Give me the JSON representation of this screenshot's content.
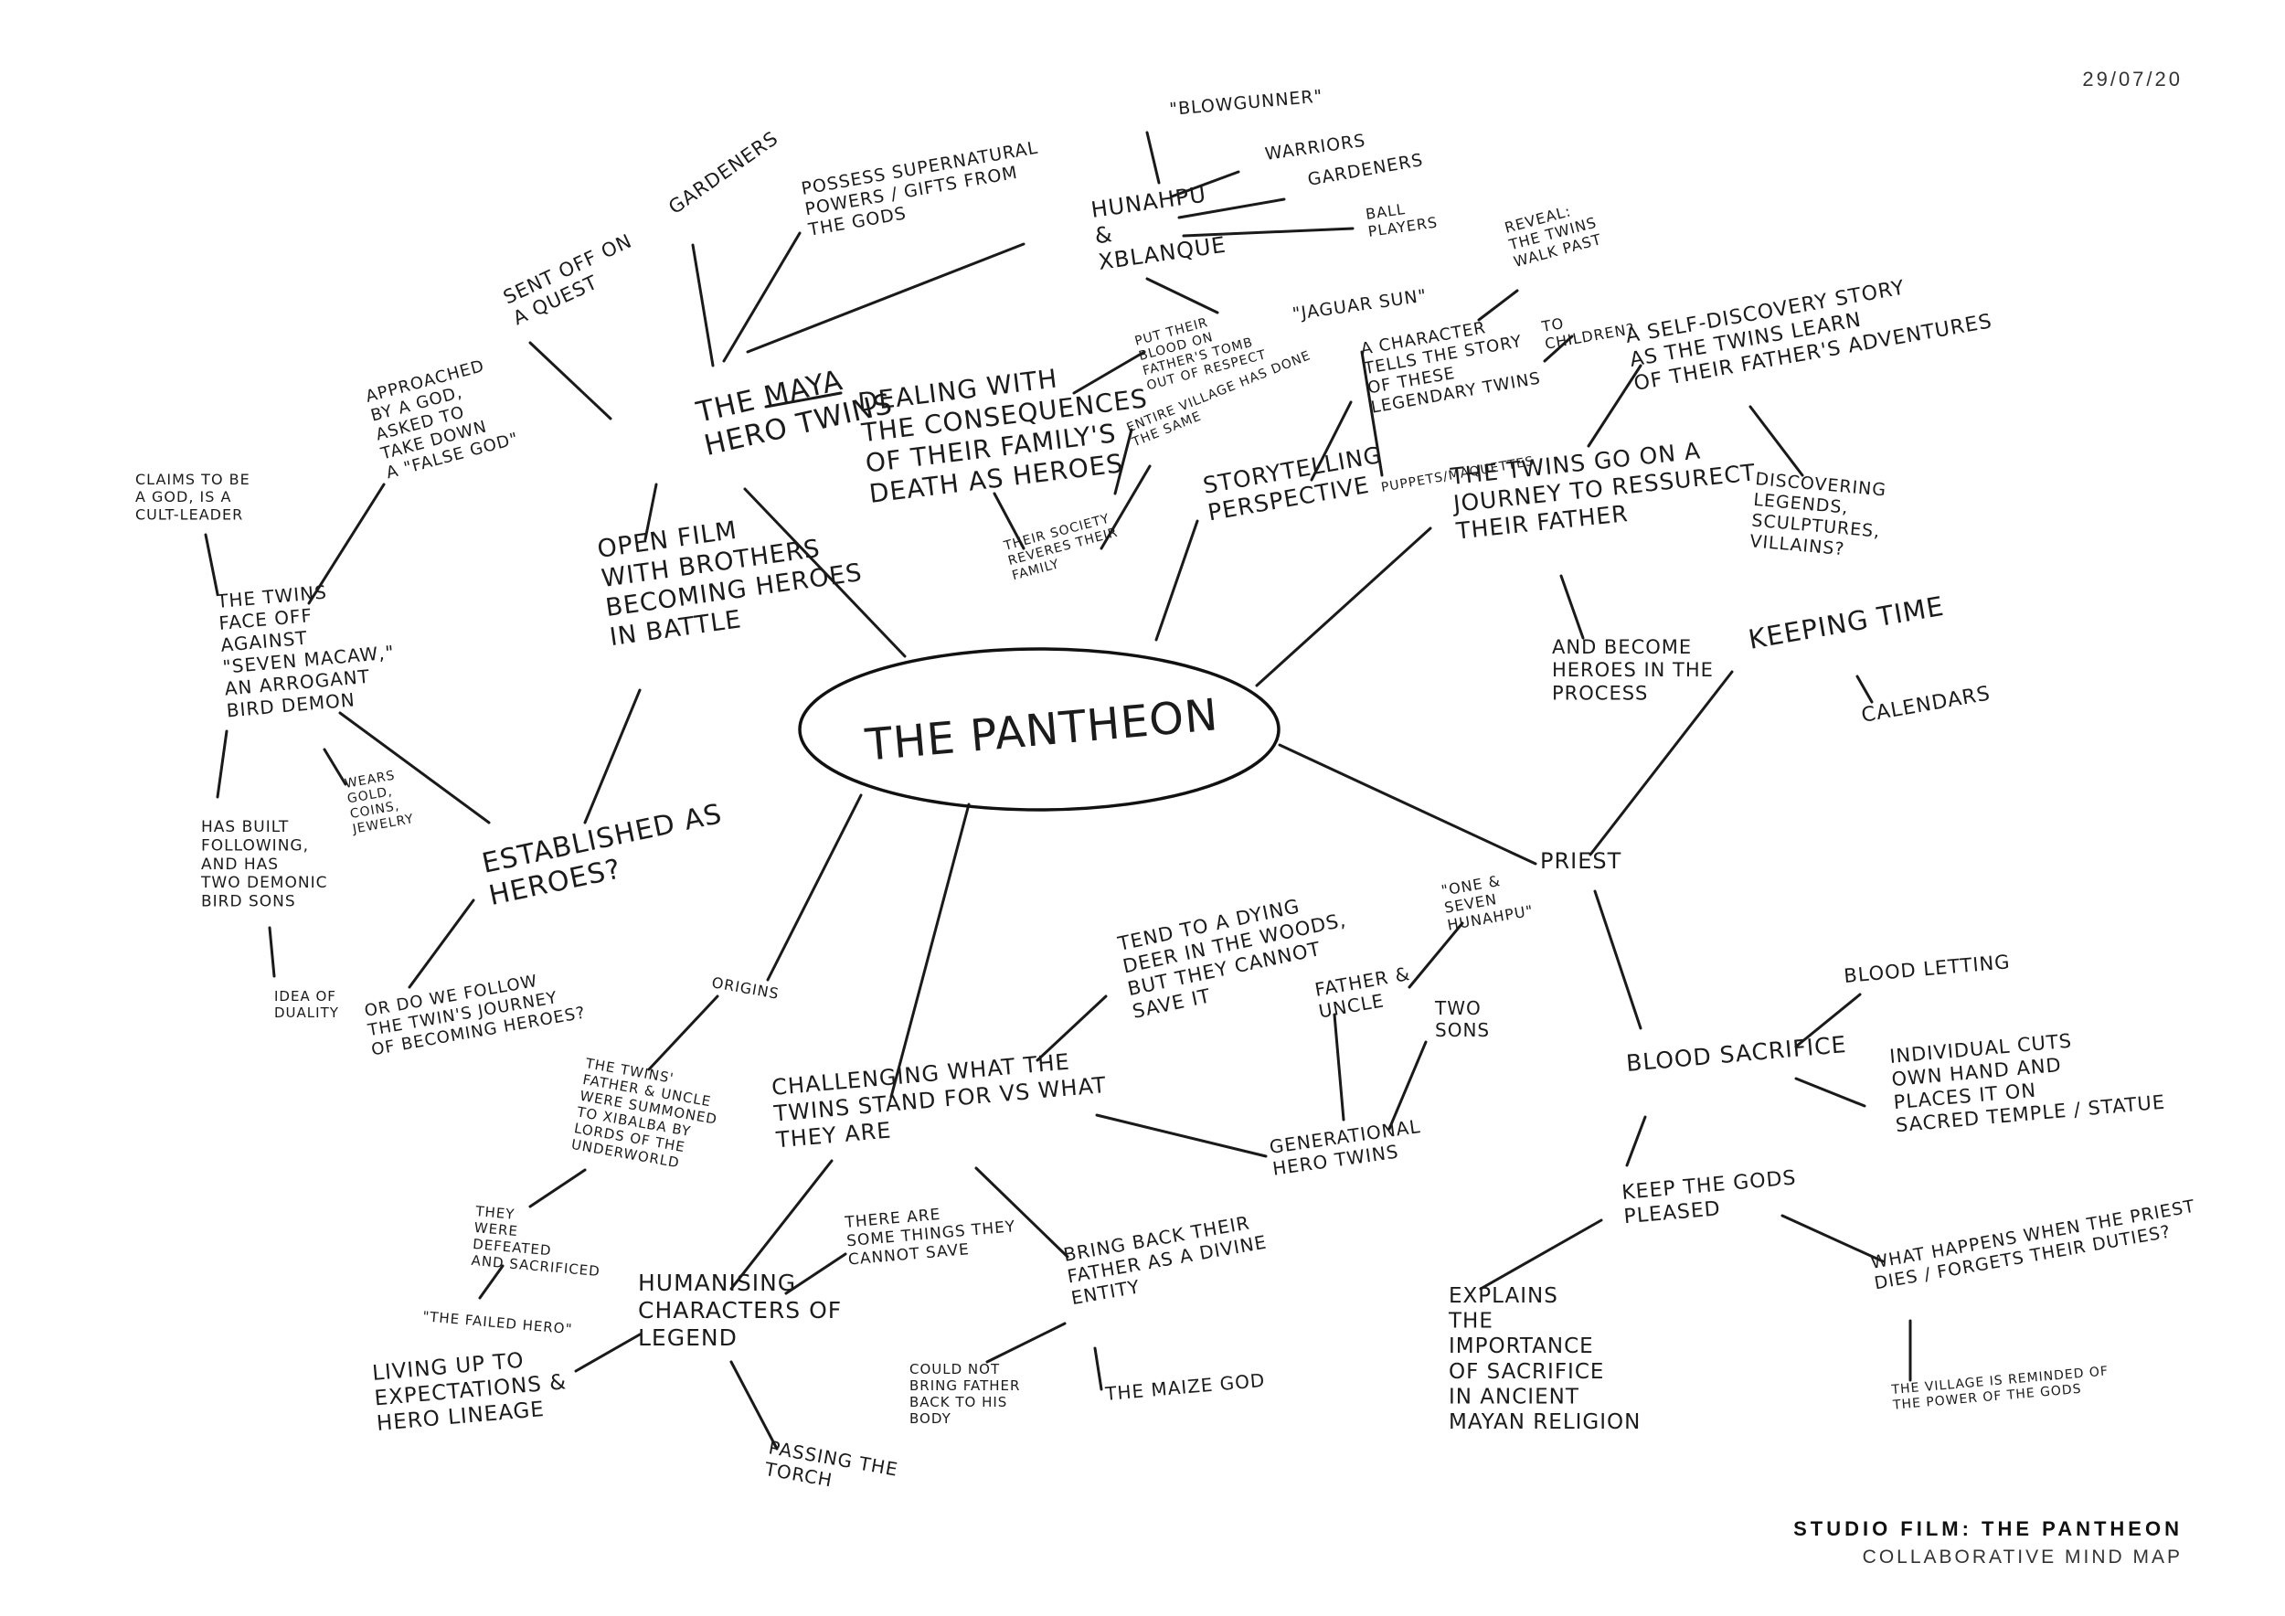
{
  "date": "29/07/20",
  "footer": {
    "title": "STUDIO FILM: THE PANTHEON",
    "subtitle": "COLLABORATIVE MIND MAP"
  },
  "center": "THE PANTHEON",
  "nodes": [
    {
      "id": "maya_twins",
      "lines": [
        "The Maya",
        "Hero Twins"
      ]
    },
    {
      "id": "sent_quest",
      "lines": [
        "Sent off on",
        "a quest"
      ]
    },
    {
      "id": "gardeners_1",
      "lines": [
        "Gardeners"
      ]
    },
    {
      "id": "possess",
      "lines": [
        "Possess supernatural",
        "powers / gifts from",
        "the gods"
      ]
    },
    {
      "id": "hunahpu",
      "lines": [
        "Hunahpu",
        "&",
        "Xblanque"
      ]
    },
    {
      "id": "blowgunner",
      "lines": [
        "\"Blowgunner\""
      ]
    },
    {
      "id": "warriors",
      "lines": [
        "Warriors"
      ]
    },
    {
      "id": "gardeners_2",
      "lines": [
        "Gardeners"
      ]
    },
    {
      "id": "ball_players",
      "lines": [
        "Ball",
        "players"
      ]
    },
    {
      "id": "jaguar_sun",
      "lines": [
        "\"Jaguar Sun\""
      ]
    },
    {
      "id": "dealing",
      "lines": [
        "Dealing with",
        "the consequences",
        "of their family's",
        "death as heroes"
      ]
    },
    {
      "id": "put_blood",
      "lines": [
        "Put their",
        "blood on",
        "father's tomb",
        "out of respect"
      ]
    },
    {
      "id": "entire_village",
      "lines": [
        "Entire village has done",
        "the same"
      ]
    },
    {
      "id": "society_reveres",
      "lines": [
        "Their society",
        "reveres their",
        "family"
      ]
    },
    {
      "id": "approached",
      "lines": [
        "Approached",
        "by a god,",
        "asked to",
        "take down",
        "a \"false god\""
      ]
    },
    {
      "id": "claims_god",
      "lines": [
        "Claims to be",
        "a god, is a",
        "cult-leader"
      ]
    },
    {
      "id": "face_off",
      "lines": [
        "The twins",
        "face off",
        "against",
        "\"Seven Macaw,\"",
        "an arrogant",
        "bird demon"
      ]
    },
    {
      "id": "has_built",
      "lines": [
        "Has built",
        "following,",
        "and has",
        "two demonic",
        "bird sons"
      ]
    },
    {
      "id": "wears_gold",
      "lines": [
        "Wears",
        "gold,",
        "coins,",
        "jewelry"
      ]
    },
    {
      "id": "duality",
      "lines": [
        "Idea of",
        "duality"
      ]
    },
    {
      "id": "open_film",
      "lines": [
        "Open film",
        "with brothers",
        "becoming heroes",
        "in battle"
      ]
    },
    {
      "id": "established",
      "lines": [
        "Established as",
        "heroes?"
      ]
    },
    {
      "id": "or_do_we",
      "lines": [
        "Or do we follow",
        "the twin's journey",
        "of becoming heroes?"
      ]
    },
    {
      "id": "storytelling",
      "lines": [
        "Storytelling",
        "perspective"
      ]
    },
    {
      "id": "a_character",
      "lines": [
        "A character",
        "tells the story",
        "of these",
        "legendary twins"
      ]
    },
    {
      "id": "reveal",
      "lines": [
        "Reveal:",
        "the twins",
        "walk past"
      ]
    },
    {
      "id": "to_children",
      "lines": [
        "To",
        "children?"
      ]
    },
    {
      "id": "puppets",
      "lines": [
        "Puppets/maquettes"
      ]
    },
    {
      "id": "self_discovery",
      "lines": [
        "A self-discovery story",
        "as the twins learn",
        "of their father's adventures"
      ]
    },
    {
      "id": "discovering",
      "lines": [
        "Discovering",
        "legends,",
        "sculptures,",
        "villains?"
      ]
    },
    {
      "id": "journey",
      "lines": [
        "The twins go on a",
        "journey to ressurect",
        "their father"
      ]
    },
    {
      "id": "and_become",
      "lines": [
        "And become",
        "heroes in the",
        "process"
      ]
    },
    {
      "id": "keeping_time",
      "lines": [
        "Keeping time"
      ]
    },
    {
      "id": "calendars",
      "lines": [
        "Calendars"
      ]
    },
    {
      "id": "priest",
      "lines": [
        "Priest"
      ]
    },
    {
      "id": "one_seven",
      "lines": [
        "\"One &",
        "Seven",
        "Hunahpu\""
      ]
    },
    {
      "id": "father_uncle",
      "lines": [
        "Father &",
        "uncle"
      ]
    },
    {
      "id": "two_sons",
      "lines": [
        "Two",
        "sons"
      ]
    },
    {
      "id": "generational",
      "lines": [
        "Generational",
        "hero twins"
      ]
    },
    {
      "id": "tend_deer",
      "lines": [
        "Tend to a dying",
        "deer in the woods,",
        "but they cannot",
        "save it"
      ]
    },
    {
      "id": "challenging",
      "lines": [
        "Challenging what the",
        "twins stand for vs what",
        "they are"
      ]
    },
    {
      "id": "blood_sacrifice",
      "lines": [
        "Blood sacrifice"
      ]
    },
    {
      "id": "blood_letting",
      "lines": [
        "Blood letting"
      ]
    },
    {
      "id": "individual_cuts",
      "lines": [
        "Individual cuts",
        "own hand and",
        "places it on",
        "sacred temple / statue"
      ]
    },
    {
      "id": "keep_gods",
      "lines": [
        "Keep the gods",
        "pleased"
      ]
    },
    {
      "id": "what_happens",
      "lines": [
        "What happens when the priest",
        "dies / forgets their duties?"
      ]
    },
    {
      "id": "village_reminded",
      "lines": [
        "The village is reminded of",
        "the power of the gods"
      ]
    },
    {
      "id": "explains",
      "lines": [
        "Explains",
        "the",
        "importance",
        "of sacrifice",
        "in ancient",
        "Mayan religion"
      ]
    },
    {
      "id": "origins",
      "lines": [
        "Origins"
      ]
    },
    {
      "id": "twins_father",
      "lines": [
        "The twins'",
        "father & uncle",
        "were summoned",
        "to Xibalba by",
        "lords of the",
        "underworld"
      ]
    },
    {
      "id": "defeated",
      "lines": [
        "They",
        "were",
        "defeated",
        "and sacrificed"
      ]
    },
    {
      "id": "failed_hero",
      "lines": [
        "\"The failed hero\""
      ]
    },
    {
      "id": "humanising",
      "lines": [
        "Humanising",
        "characters of",
        "legend"
      ]
    },
    {
      "id": "some_things",
      "lines": [
        "There are",
        "some things they",
        "cannot save"
      ]
    },
    {
      "id": "bring_back",
      "lines": [
        "Bring back their",
        "father as a divine",
        "entity"
      ]
    },
    {
      "id": "could_not",
      "lines": [
        "Could not",
        "bring father",
        "back to his",
        "body"
      ]
    },
    {
      "id": "maize_god",
      "lines": [
        "The maize god"
      ]
    },
    {
      "id": "living_up",
      "lines": [
        "Living up to",
        "expectations &",
        "hero lineage"
      ]
    },
    {
      "id": "passing_torch",
      "lines": [
        "Passing the",
        "torch"
      ]
    }
  ]
}
